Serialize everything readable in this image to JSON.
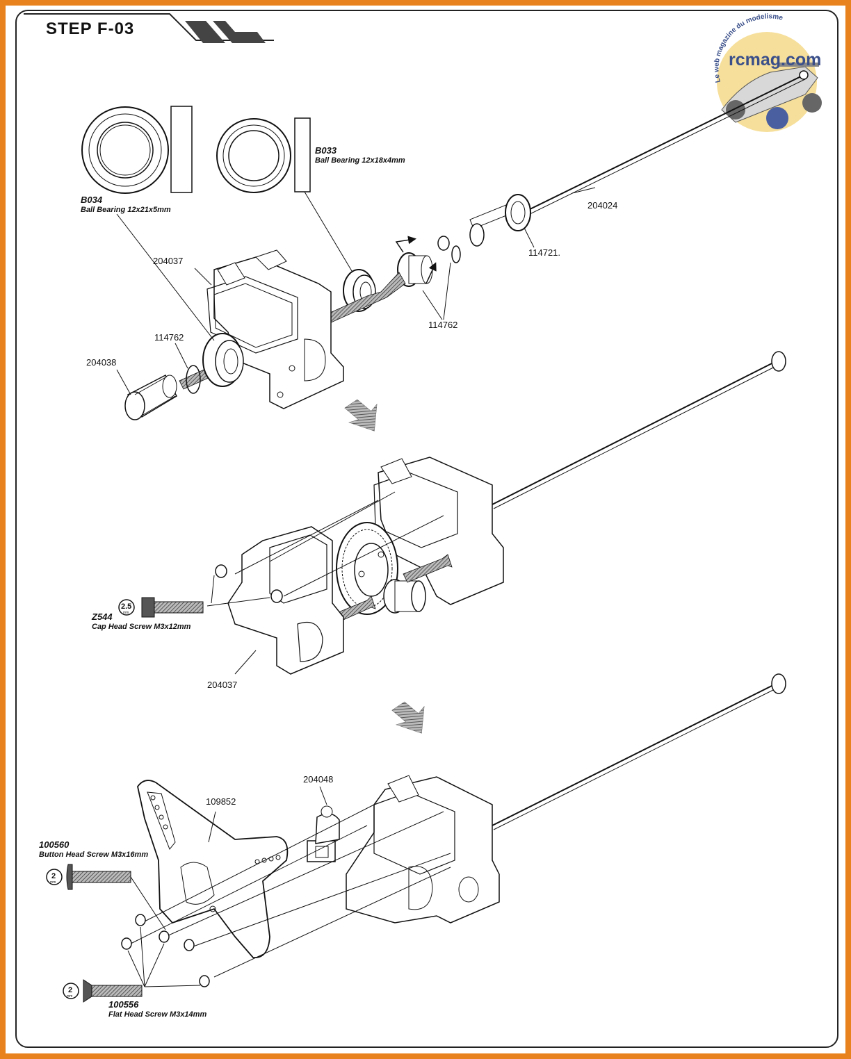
{
  "step": {
    "title": "STEP F-03"
  },
  "watermark": {
    "brand": "rcmag.com",
    "tagline": "Le web magazine du modelisme"
  },
  "callouts": {
    "b034_code": "B034",
    "b034_desc": "Ball Bearing 12x21x5mm",
    "b033_code": "B033",
    "b033_desc": "Ball Bearing 12x18x4mm",
    "p204024": "204024",
    "p114721": "114721.",
    "p204037_top": "204037",
    "p114762_right": "114762",
    "p114762_left": "114762",
    "p204038": "204038",
    "z544_code": "Z544",
    "z544_desc": "Cap Head Screw M3x12mm",
    "z544_tool": "2.5",
    "p204037_mid": "204037",
    "p204048": "204048",
    "p109852": "109852",
    "s100560_code": "100560",
    "s100560_desc": "Button Head Screw M3x16mm",
    "s100560_tool": "2",
    "s100556_code": "100556",
    "s100556_desc": "Flat Head Screw M3x14mm",
    "s100556_tool": "2",
    "tool_unit": "mm"
  },
  "colors": {
    "border": "#e8821e",
    "line": "#111111",
    "watermark": "#3a4f8a",
    "watermark_bg": "#f5d98a"
  }
}
